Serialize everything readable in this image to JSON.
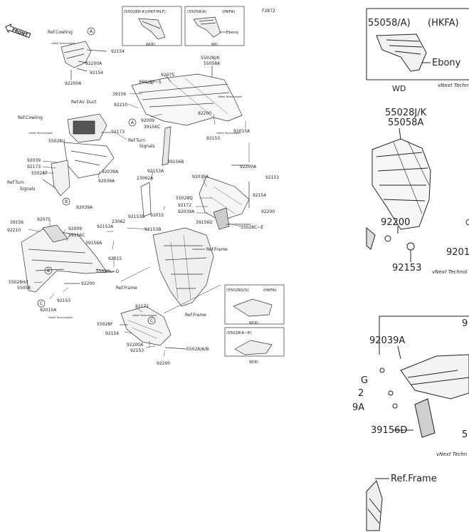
{
  "figure_code": "F2872",
  "front_label": "FRONT",
  "watermark": "vNext Technologies",
  "insets": {
    "hkf_hlf": {
      "code": "(55028H-K)(HKF/HLF)",
      "color": "WOD"
    },
    "hkfa_a": {
      "code": "(55058/A)",
      "model": "(HKFA)",
      "color_code": "Ebony",
      "color": "WD"
    },
    "hkfa_s": {
      "code": "(55028Q/S)",
      "model": "(HKFA)",
      "color": "WOD"
    },
    "ae": {
      "code": "(55028/A~E)",
      "color": "WOD"
    }
  },
  "refs": {
    "cowling_1": "Ref.Cowling",
    "cowling_2": "Ref.Cowling",
    "air_duct": "Ref.Air Duct",
    "turn_signals_1a": "Ref.Turn",
    "turn_signals_1b": "Signals",
    "turn_signals_2a": "Ref.Turn",
    "turn_signals_2b": "Signals",
    "frame_1": "Ref.Frame",
    "frame_2": "Ref.Frame",
    "frame_3": "Ref.Frame"
  },
  "callouts": {
    "a": "A",
    "b": "B",
    "c": "C"
  },
  "parts": {
    "p92154_a": "92154",
    "p92200a_a": "92200A",
    "p92154_b": "92154",
    "p92200a_b": "92200A",
    "p92075_a": "92075",
    "p55028ps": "55028P~S",
    "p39156_a": "39156",
    "p92210_a": "92210",
    "p92009_a": "92009",
    "p39156c_a": "39156C",
    "p55028jk": "55028J/K",
    "p55058a": "55058A",
    "p92200_a": "92200",
    "p92153_a": "92153",
    "p92015a_a": "92015A",
    "p92173_a": "92173",
    "p55028u": "55028U",
    "p92039": "92039",
    "p92173_b": "92173",
    "p55028t": "55028T",
    "p92039a_a": "92039A",
    "p92039a_b": "92039A",
    "p92039a_c": "92039A",
    "p39156b": "39156B",
    "p92153a_a": "92153A",
    "p23062a": "23062A",
    "p92039a_d": "92039A",
    "p92200a_c": "92200A",
    "p92153_b": "92153",
    "p55028q": "55028Q",
    "p92172_a": "92172",
    "p92039a_e": "92039A",
    "p92154_c": "92154",
    "p92200_b": "92200",
    "p39156d": "39156D",
    "p55028ce": "55028C~E",
    "p92153b_a": "92153B",
    "p92015_a": "92015",
    "p92075_b": "92075",
    "p39156_b": "39156",
    "p92210_b": "92210",
    "p92009_b": "92009",
    "p39156c_b": "39156C",
    "p23062": "23062",
    "p92153a_b": "92153A",
    "p92153b_b": "92153B",
    "p39156a": "39156A",
    "p92015_b": "92015",
    "p55028lo": "55028L~O",
    "p55028hi": "55028H/I",
    "p55058": "55058",
    "p92200_c": "92200",
    "p92153_c": "92153",
    "p92015a_b": "92015A",
    "p92172_b": "92172",
    "p55028f": "55028F",
    "p92154_d": "92154",
    "p92200a_d": "92200A",
    "p92153_d": "92153",
    "p55028ab": "55028/A/B",
    "p92200_d": "92200"
  },
  "zoom": {
    "inset_code": "55058/A)",
    "inset_model": "(HKFA)",
    "inset_color_code": "Ebony",
    "inset_color": "WD",
    "p55028jk": "55028J/K",
    "p55058a": "55058A",
    "p92200": "92200",
    "p92153": "92153",
    "p9201": "9201",
    "p92039a": "92039A",
    "p39156d": "39156D",
    "ref_frame": "Ref.Frame",
    "frag_g": "G",
    "frag_2": "2",
    "frag_9a": "9A",
    "frag_9": "9",
    "frag_5": "5",
    "wm1": "vNext Techn",
    "wm2": "vNext Technol",
    "wm3": "vNext Techn"
  }
}
